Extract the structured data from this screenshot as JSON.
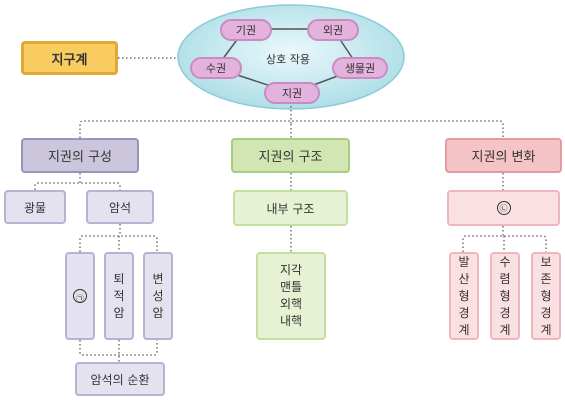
{
  "root": {
    "label": "지구계"
  },
  "spheres": {
    "center": "상호 작용",
    "geosphere": "지권",
    "atmosphere": "기권",
    "outer": "외권",
    "biosphere": "생물권",
    "hydrosphere": "수권"
  },
  "branches": {
    "composition": {
      "label": "지권의 구성",
      "mineral": "광물",
      "rock": "암석",
      "rock_types": [
        {
          "label": "㉠"
        },
        {
          "label": "퇴적암"
        },
        {
          "label": "변성암"
        }
      ],
      "rock_cycle": "암석의 순환"
    },
    "structure": {
      "label": "지권의 구조",
      "inner": "내부 구조",
      "layers": [
        "지각",
        "맨틀",
        "외핵",
        "내핵"
      ]
    },
    "change": {
      "label": "지권의 변화",
      "blank": "㉡",
      "boundaries": [
        "발산형 경계",
        "수렴형 경계",
        "보존형 경계"
      ]
    }
  },
  "colors": {
    "root": "#f8cc61",
    "composition": "#cbc6dc",
    "structure": "#d2e6b4",
    "change": "#f4c4c7",
    "ellipse": "#b9e4ec",
    "pill": "#e3b3dd"
  }
}
